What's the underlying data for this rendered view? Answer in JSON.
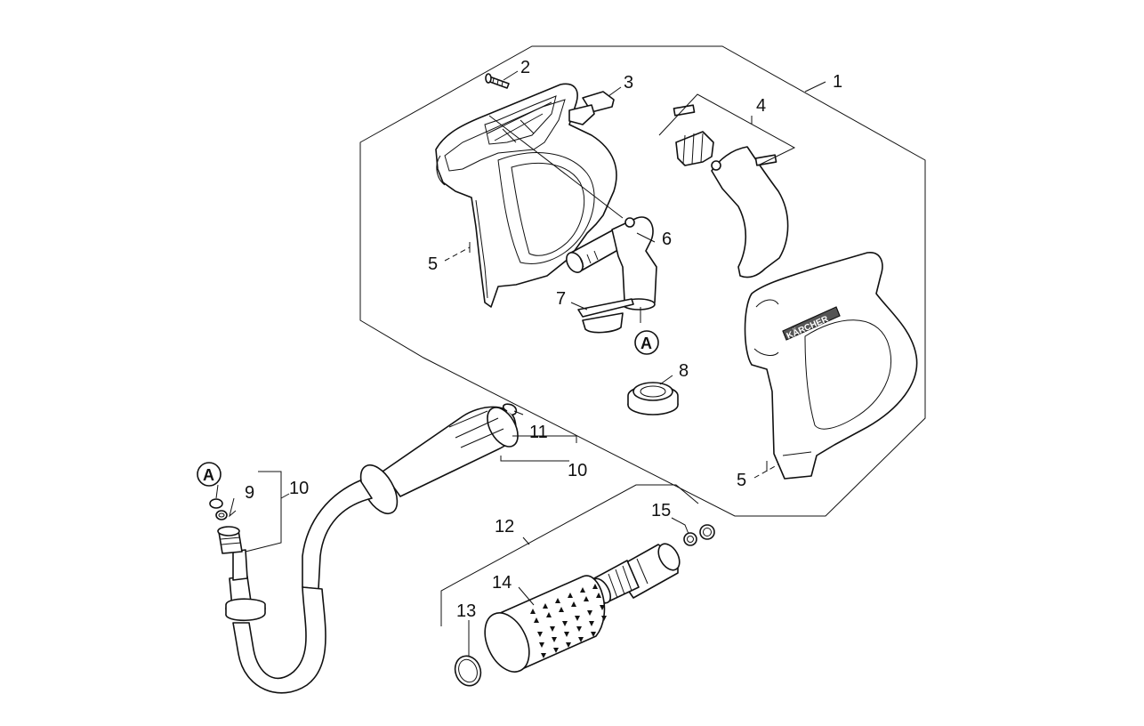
{
  "labels": {
    "p1": "1",
    "p2": "2",
    "p3": "3",
    "p4": "4",
    "p5a": "5",
    "p5b": "5",
    "p6": "6",
    "p7": "7",
    "p8": "8",
    "p9": "9",
    "p10a": "10",
    "p10b": "10",
    "p11": "11",
    "p12": "12",
    "p13": "13",
    "p14": "14",
    "p15": "15"
  },
  "callouts": {
    "a1": "A",
    "a2": "A"
  },
  "brand": "KÄRCHER"
}
